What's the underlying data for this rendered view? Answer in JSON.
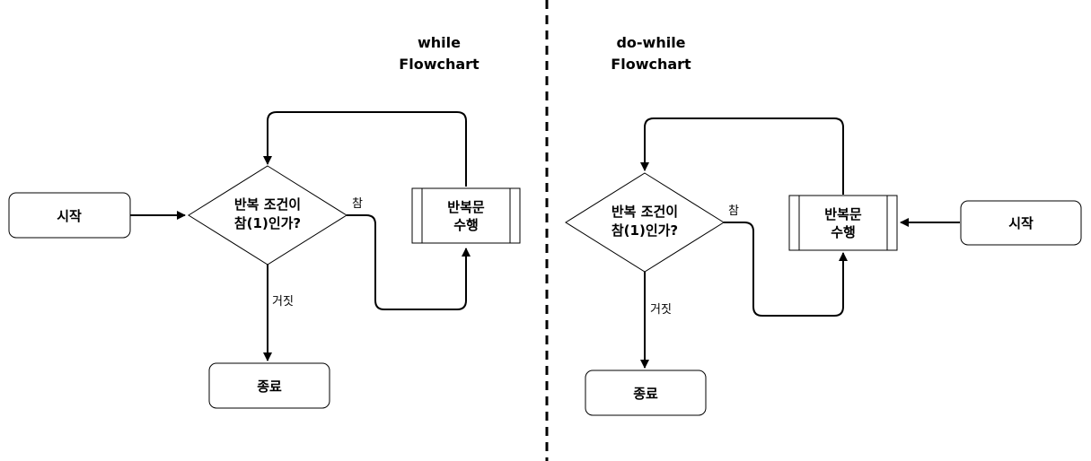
{
  "while_chart": {
    "title_line1": "while",
    "title_line2": "Flowchart",
    "start": "시작",
    "condition_line1": "반복 조건이",
    "condition_line2": "참(1)인가?",
    "true_label": "참",
    "false_label": "거짓",
    "body_line1": "반복문",
    "body_line2": "수행",
    "end": "종료"
  },
  "do_while_chart": {
    "title_line1": "do-while",
    "title_line2": "Flowchart",
    "start": "시작",
    "condition_line1": "반복 조건이",
    "condition_line2": "참(1)인가?",
    "true_label": "참",
    "false_label": "거짓",
    "body_line1": "반복문",
    "body_line2": "수행",
    "end": "종료"
  }
}
